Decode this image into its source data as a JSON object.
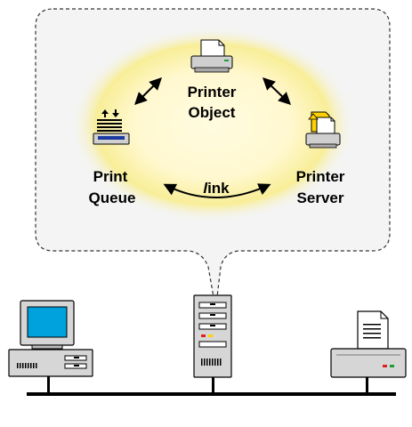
{
  "callout": {
    "nodes": {
      "printer_object": {
        "line1": "Printer",
        "line2": "Object"
      },
      "print_queue": {
        "line1": "Print",
        "line2": "Queue"
      },
      "printer_server": {
        "line1": "Printer",
        "line2": "Server"
      }
    },
    "link_label": {
      "italic_part": "l",
      "rest": "ink"
    }
  },
  "colors": {
    "glow_center": "#fffbe0",
    "glow_edge": "#f6ea86",
    "bubble_fill": "#f4f4f4",
    "monitor_screen": "#00a2dd",
    "folder_yellow": "#ffd200",
    "led_red": "#e0201b",
    "led_green": "#1a9e3c",
    "device_gray": "#d6d6d6"
  },
  "network": {
    "devices": [
      {
        "name": "workstation",
        "icon": "workstation-icon"
      },
      {
        "name": "server",
        "icon": "server-tower-icon"
      },
      {
        "name": "printer",
        "icon": "network-printer-icon"
      }
    ]
  }
}
